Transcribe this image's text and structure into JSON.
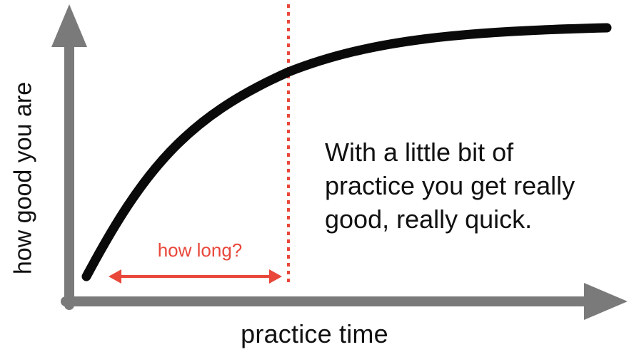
{
  "axes": {
    "x_label": "practice time",
    "y_label": "how good you are"
  },
  "annotation": {
    "label": "how long?"
  },
  "caption": {
    "lines": [
      "With a little bit of",
      "practice you get really",
      "good, really quick."
    ]
  },
  "colors": {
    "axis": "#7a7a7a",
    "curve": "#0a0a0a",
    "accent": "#e8473a",
    "text": "#111111"
  }
}
